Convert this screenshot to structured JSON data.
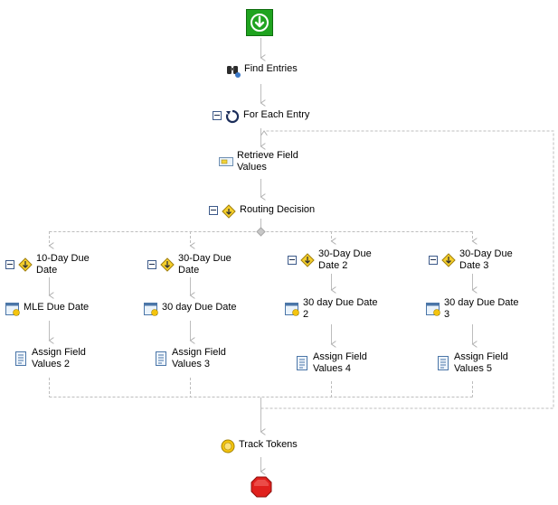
{
  "workflow": {
    "find_entries": "Find Entries",
    "for_each_entry": "For Each Entry",
    "retrieve_field_values": "Retrieve Field\nValues",
    "routing_decision": "Routing Decision",
    "branches": [
      {
        "condition": "10-Day Due\nDate",
        "due_date": "MLE Due Date",
        "assign": "Assign Field\nValues 2"
      },
      {
        "condition": "30-Day Due\nDate",
        "due_date": "30 day Due Date",
        "assign": "Assign Field\nValues 3"
      },
      {
        "condition": "30-Day Due\nDate 2",
        "due_date": "30 day Due Date\n2",
        "assign": "Assign Field\nValues 4"
      },
      {
        "condition": "30-Day Due\nDate 3",
        "due_date": "30 day Due Date\n3",
        "assign": "Assign Field\nValues 5"
      }
    ],
    "track_tokens": "Track Tokens"
  },
  "colors": {
    "connector": "#b5b5b5",
    "start": "#1fa31f",
    "stop": "#e0201d"
  }
}
